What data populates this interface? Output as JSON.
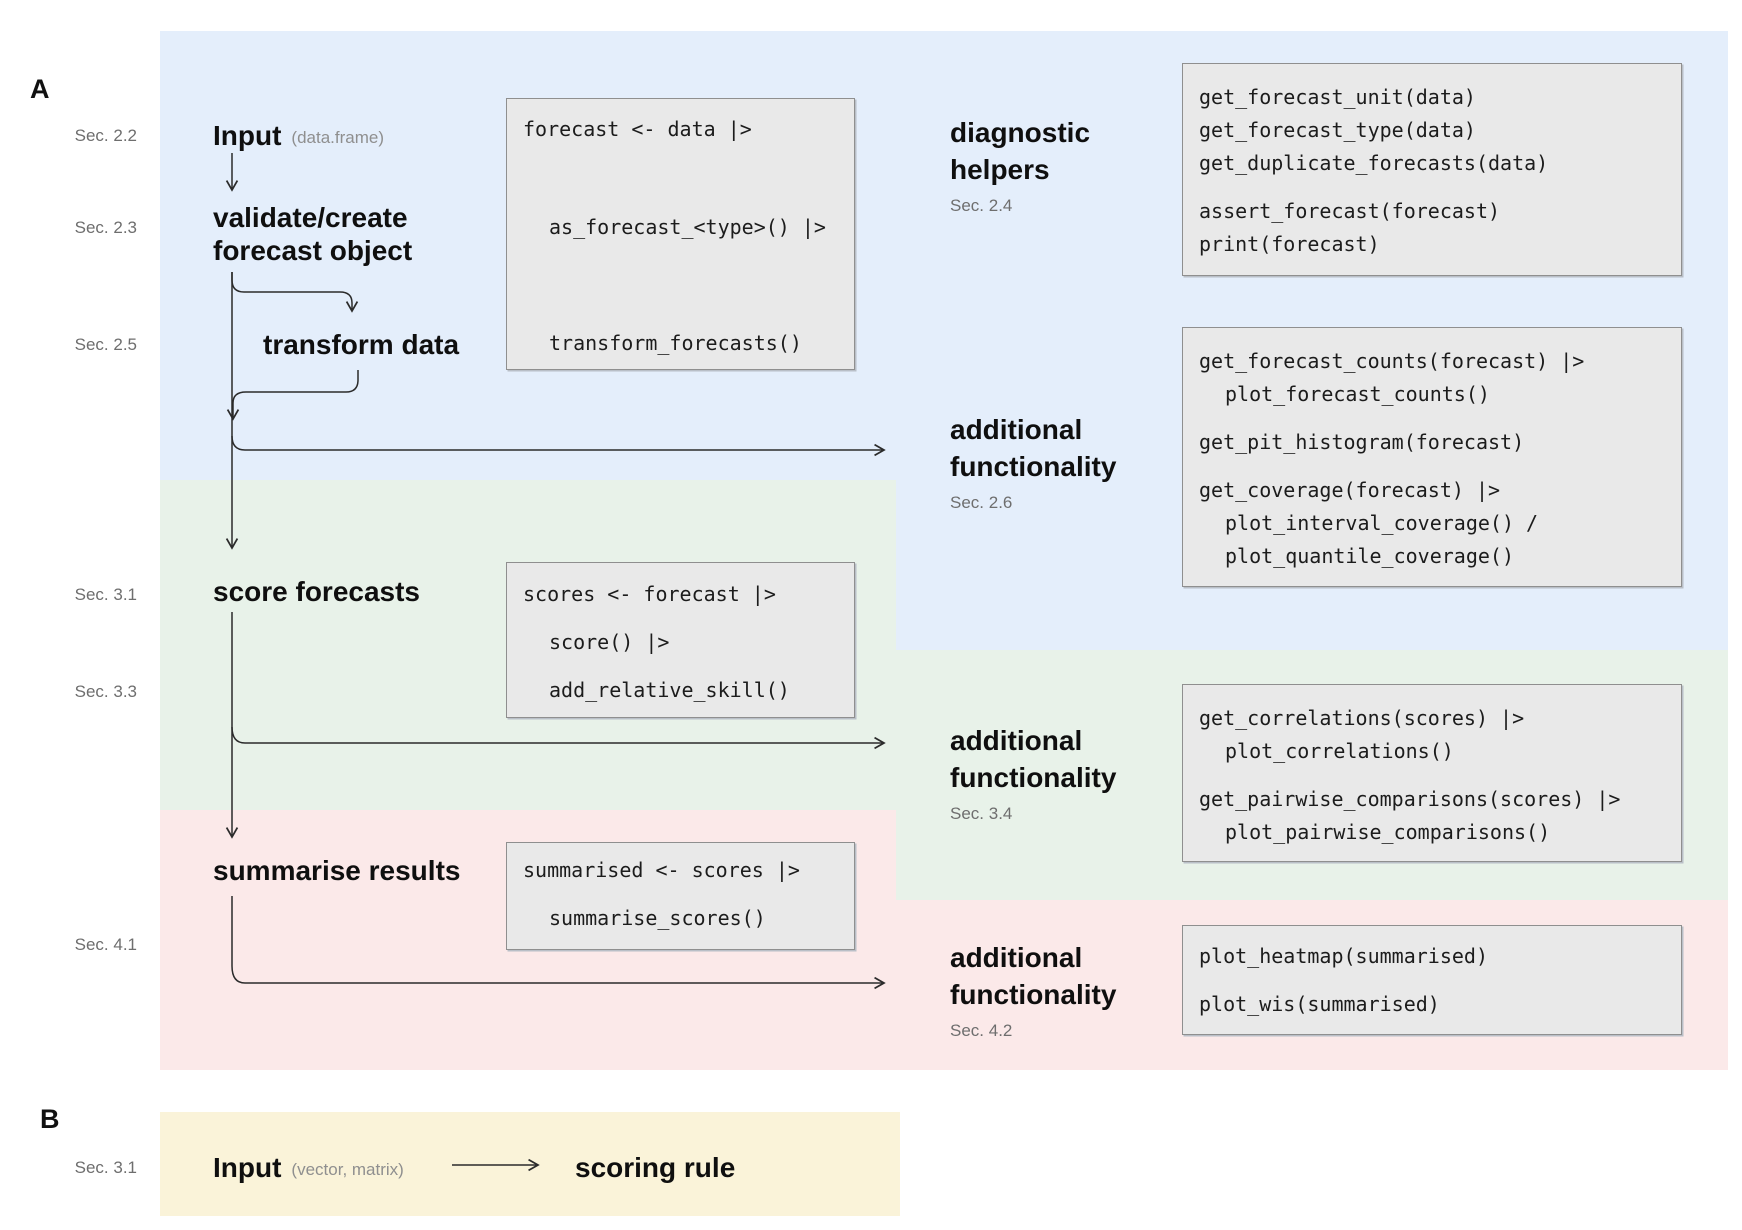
{
  "panel_a": {
    "label": "A",
    "flow": {
      "input_label": "Input",
      "input_annotation": "(data.frame)",
      "validate_line1": "validate/create",
      "validate_line2": "forecast object",
      "transform": "transform data",
      "score": "score forecasts",
      "summarise": "summarise results"
    },
    "section_labels": {
      "s22": "Sec. 2.2",
      "s23": "Sec. 2.3",
      "s25": "Sec. 2.5",
      "s31": "Sec. 3.1",
      "s33": "Sec. 3.3",
      "s41": "Sec. 4.1"
    },
    "right_headings": {
      "diagnostic": {
        "line1": "diagnostic",
        "line2": "helpers",
        "sec": "Sec. 2.4"
      },
      "add26": {
        "line1": "additional",
        "line2": "functionality",
        "sec": "Sec. 2.6"
      },
      "add34": {
        "line1": "additional",
        "line2": "functionality",
        "sec": "Sec. 3.4"
      },
      "add42": {
        "line1": "additional",
        "line2": "functionality",
        "sec": "Sec. 4.2"
      }
    },
    "code_boxes": {
      "pipeline1": {
        "lines": [
          "forecast <- data |>",
          "as_forecast_<type>() |>",
          "transform_forecasts()"
        ]
      },
      "diagnostic": {
        "lines": [
          "get_forecast_unit(data)",
          "get_forecast_type(data)",
          "get_duplicate_forecasts(data)",
          "assert_forecast(forecast)",
          "print(forecast)"
        ]
      },
      "functionality26": {
        "lines": [
          "get_forecast_counts(forecast) |>",
          "plot_forecast_counts()",
          "get_pit_histogram(forecast)",
          "get_coverage(forecast) |>",
          "plot_interval_coverage() /",
          "plot_quantile_coverage()"
        ]
      },
      "pipeline2": {
        "lines": [
          "scores <- forecast |>",
          "score() |>",
          "add_relative_skill()"
        ]
      },
      "functionality34": {
        "lines": [
          "get_correlations(scores) |>",
          "plot_correlations()",
          "get_pairwise_comparisons(scores) |>",
          "plot_pairwise_comparisons()"
        ]
      },
      "pipeline3": {
        "lines": [
          "summarised <- scores |>",
          "summarise_scores()"
        ]
      },
      "functionality42": {
        "lines": [
          "plot_heatmap(summarised)",
          "plot_wis(summarised)"
        ]
      }
    }
  },
  "panel_b": {
    "label": "B",
    "sec": "Sec. 3.1",
    "input_label": "Input",
    "input_annotation": "(vector, matrix)",
    "target": "scoring rule"
  },
  "colors": {
    "stage_validate_bg": "#e4eefb",
    "stage_score_bg": "#e8f2e9",
    "stage_summarise_bg": "#fbe9e9",
    "panel_b_bg": "#faf3d9",
    "code_box_bg": "#e9e9e9",
    "code_box_border": "#8f8f8f",
    "arrow": "#2b2b2b"
  }
}
